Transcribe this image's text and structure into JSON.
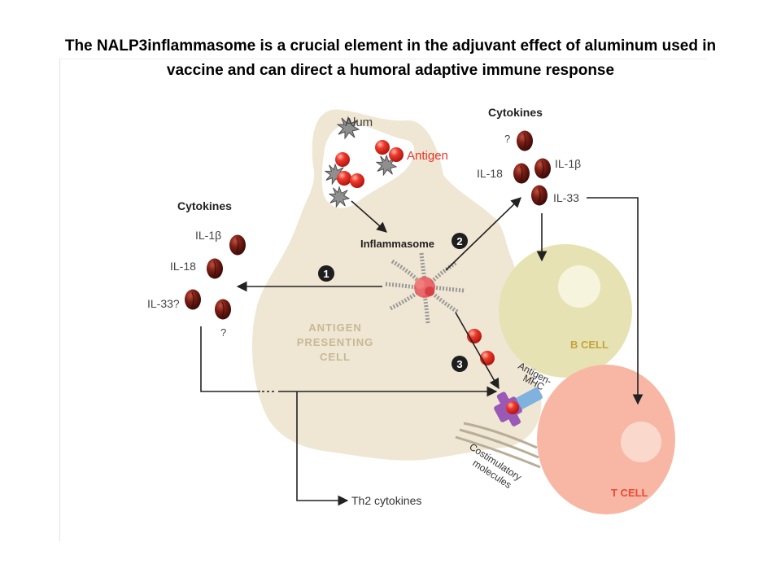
{
  "title": {
    "line1": "The NALP3inflammasome is a crucial element in the  adjuvant effect of aluminum used in",
    "line2": "vaccine  and can direct a humoral adaptive immune  response"
  },
  "labels": {
    "alum": "Alum",
    "antigen": "Antigen",
    "inflammasome": "Inflammasome",
    "apc_line1": "ANTIGEN",
    "apc_line2": "PRESENTING",
    "apc_line3": "CELL",
    "b_cell": "B CELL",
    "t_cell": "T CELL",
    "antigen_mhc_line1": "Antigen-",
    "antigen_mhc_line2": "MHC",
    "costim_line1": "Costimulatory",
    "costim_line2": "molecules",
    "th2": "Th2 cytokines"
  },
  "cytokines_left": {
    "heading": "Cytokines",
    "il1b": "IL-1β",
    "il18": "IL-18",
    "il33": "IL-33?",
    "unknown": "?"
  },
  "cytokines_right": {
    "heading": "Cytokines",
    "unknown": "?",
    "il1b": "IL-1β",
    "il18": "IL-18",
    "il33": "IL-33"
  },
  "steps": {
    "one": "1",
    "two": "2",
    "three": "3"
  },
  "colors": {
    "apc": "#efe6d3",
    "b_cell": "#e7e2b3",
    "t_cell": "#f8b7a5",
    "cytokine": "#6e1a12",
    "antigen": "#e8352b",
    "mhc_purple": "#9b59b6",
    "mhc_blue": "#7fb2de",
    "label_tan": "#c8b994"
  }
}
